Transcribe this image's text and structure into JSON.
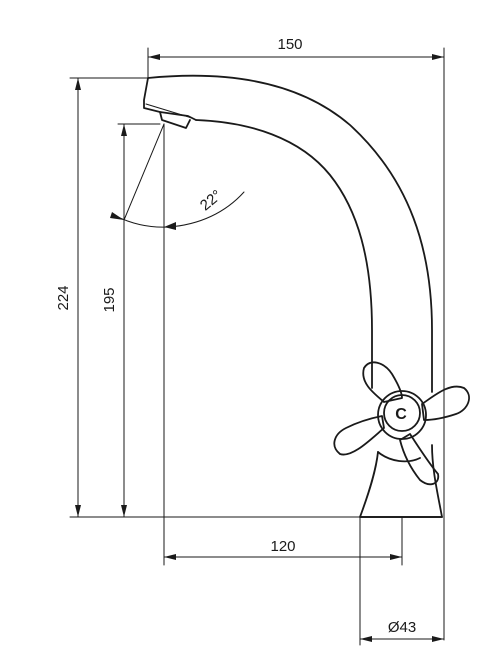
{
  "dimensions": {
    "width": "150",
    "total_height": "224",
    "spout_height": "195",
    "reach": "120",
    "base_diameter": "Ø43",
    "spout_angle": "22°"
  },
  "handle": {
    "cap_letter": "C"
  },
  "colors": {
    "line": "#1a1a1a",
    "background": "#ffffff"
  }
}
